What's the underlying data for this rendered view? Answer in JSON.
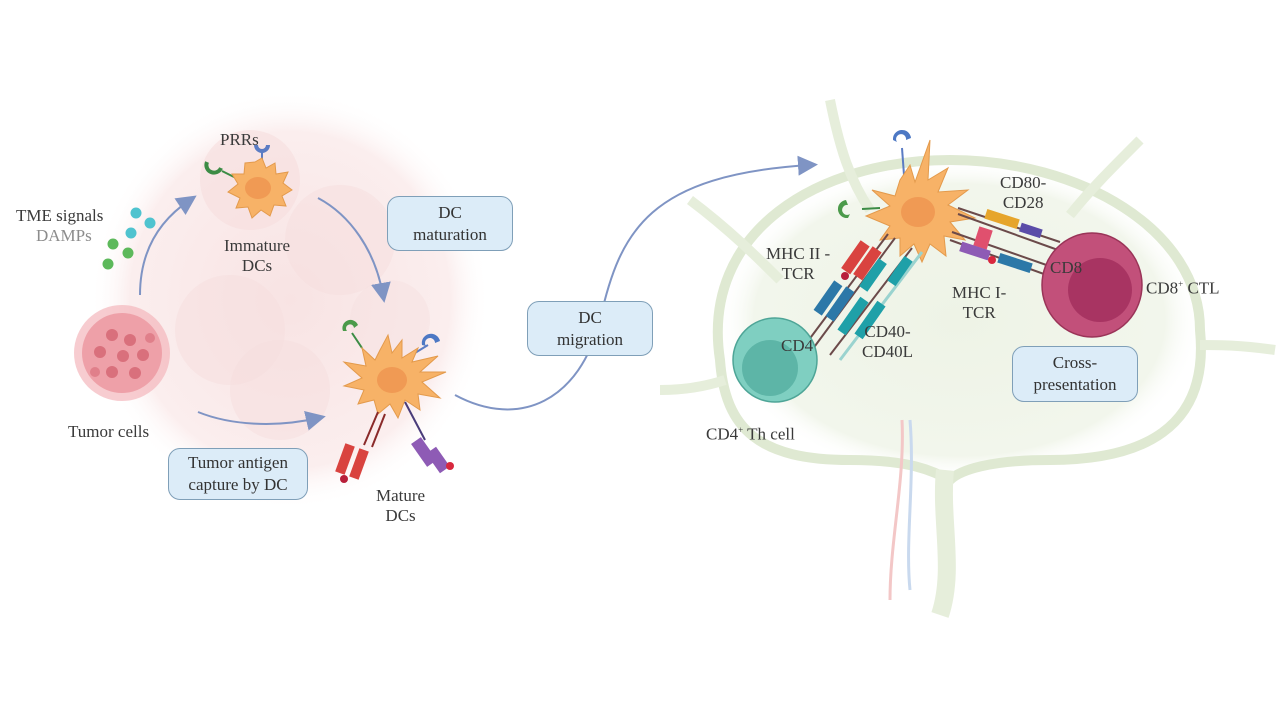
{
  "diagram": {
    "left_panel": {
      "tme_signals": "TME signals",
      "damps": "DAMPs",
      "prrs": "PRRs",
      "immature_dcs": [
        "Immature",
        "DCs"
      ],
      "tumor_cells": "Tumor cells",
      "mature_dcs": [
        "Mature",
        "DCs"
      ],
      "process_boxes": {
        "maturation": [
          "DC",
          "maturation"
        ],
        "antigen_capture": [
          "Tumor antigen",
          "capture by DC"
        ]
      }
    },
    "migration_box": [
      "DC",
      "migration"
    ],
    "right_panel": {
      "cd80_cd28": [
        "CD80-",
        "CD28"
      ],
      "mhc2_tcr": [
        "MHC II -",
        "TCR"
      ],
      "mhc1_tcr": [
        "MHC I-",
        "TCR"
      ],
      "cd40_cd40l": [
        "CD40-",
        "CD40L"
      ],
      "cd4": "CD4",
      "cd8": "CD8",
      "cd4_th_cell": {
        "prefix": "CD4",
        "sup": "+",
        "suffix": " Th cell"
      },
      "cd8_ctl": {
        "prefix": "CD8",
        "sup": "+",
        "suffix": " CTL"
      },
      "cross_presentation": [
        "Cross-",
        "presentation"
      ]
    },
    "colors": {
      "dc_orange": "#f7b267",
      "dc_nucleus": "#f09a54",
      "cd4_teal": "#7fcfc1",
      "cd8_magenta": "#c2507a",
      "tumor_pink": "#e88a96",
      "box_fill": "#dcecf8",
      "arrow_blue": "#7f94c4"
    }
  }
}
